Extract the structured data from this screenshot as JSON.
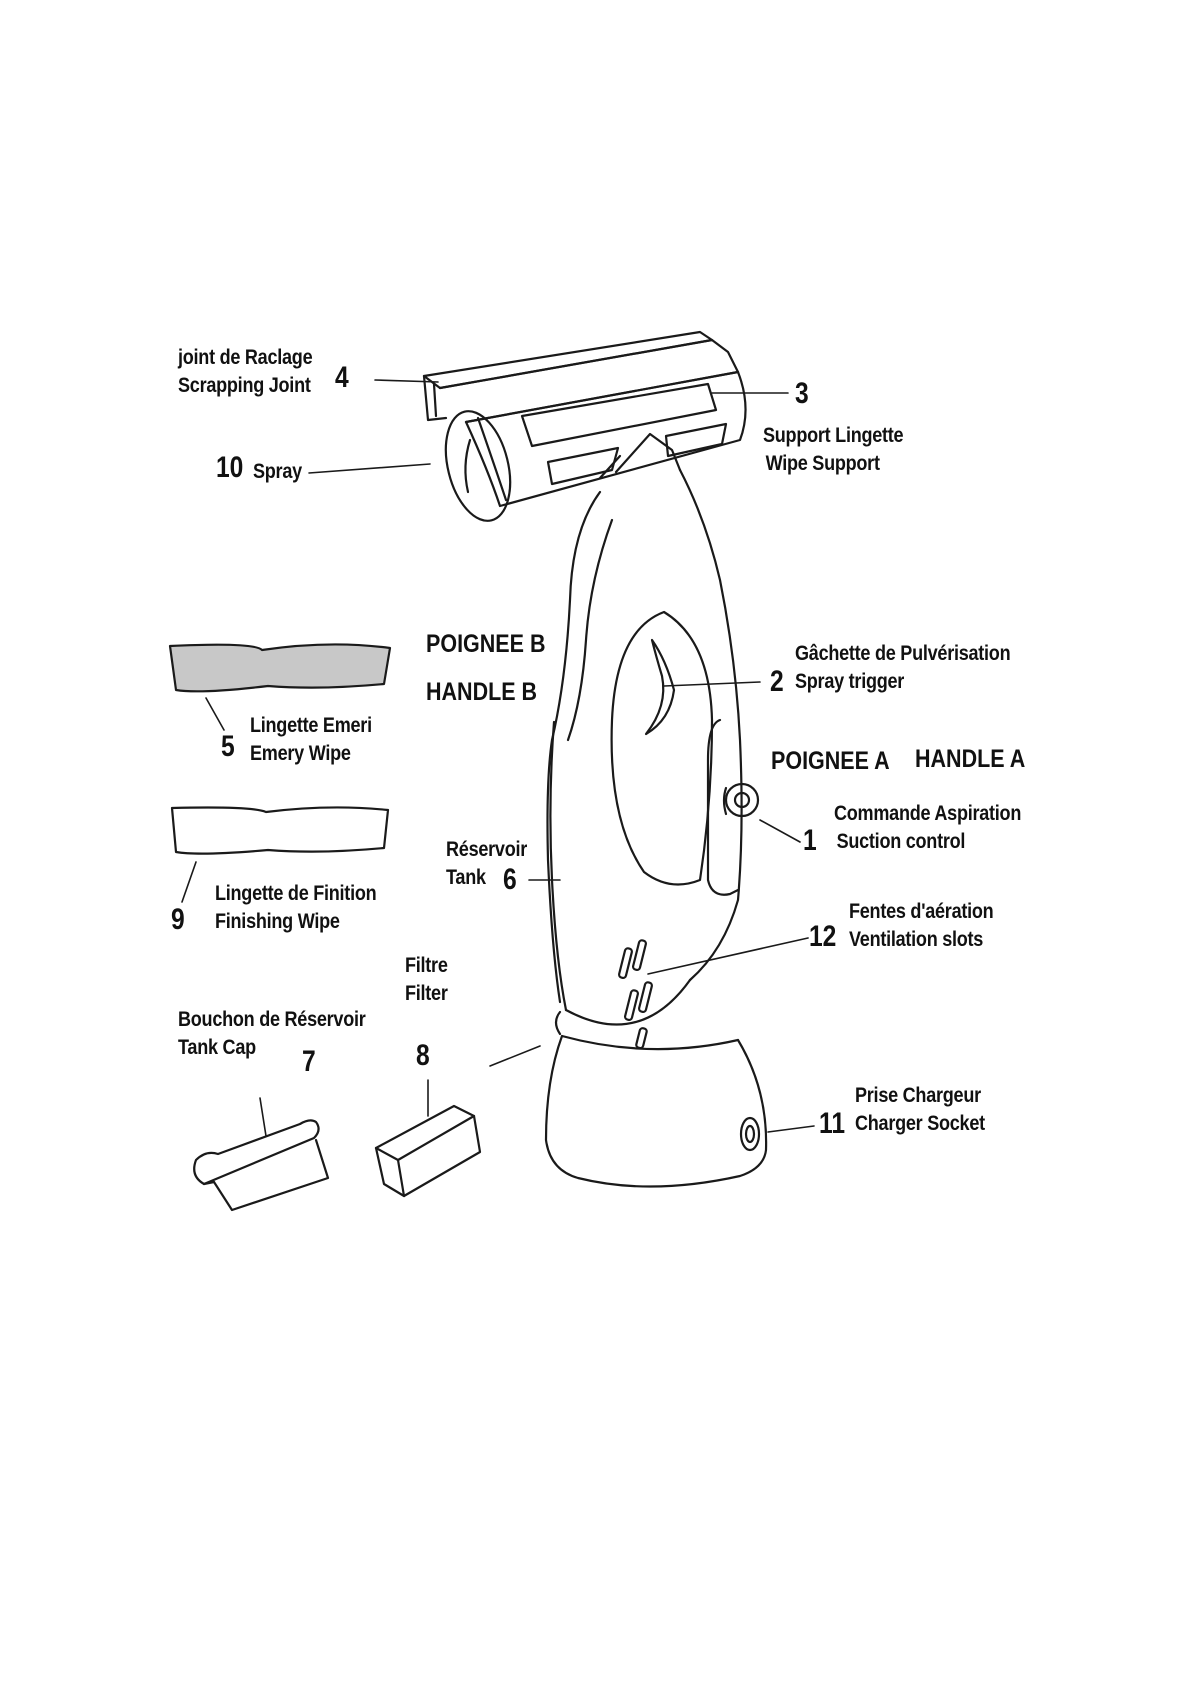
{
  "parts": [
    {
      "number": "1",
      "fr": "Commande Aspiration",
      "en": "Suction control"
    },
    {
      "number": "2",
      "fr": "Gâchette de Pulvérisation",
      "en": "Spray trigger"
    },
    {
      "number": "3",
      "fr": "Support Lingette",
      "en": "Wipe Support"
    },
    {
      "number": "4",
      "fr": "joint de Raclage",
      "en": "Scrapping Joint"
    },
    {
      "number": "5",
      "fr": "Lingette Emeri",
      "en": "Emery Wipe"
    },
    {
      "number": "6",
      "fr": "Réservoir",
      "en": "Tank"
    },
    {
      "number": "7",
      "fr": "Bouchon de Réservoir",
      "en": "Tank Cap"
    },
    {
      "number": "8",
      "fr": "Filtre",
      "en": "Filter"
    },
    {
      "number": "9",
      "fr": "Lingette de Finition",
      "en": "Finishing Wipe"
    },
    {
      "number": "10",
      "fr": "",
      "en": "Spray"
    },
    {
      "number": "11",
      "fr": "Prise Chargeur",
      "en": "Charger Socket"
    },
    {
      "number": "12",
      "fr": "Fentes d'aération",
      "en": "Ventilation slots"
    }
  ],
  "handles": {
    "b_fr": "POIGNEE B",
    "b_en": "HANDLE B",
    "a_fr": "POIGNEE A",
    "a_en": "HANDLE A"
  },
  "colors": {
    "line": "#1a1a1a",
    "emery_wipe_fill": "#c8c8c8",
    "background": "#ffffff"
  }
}
